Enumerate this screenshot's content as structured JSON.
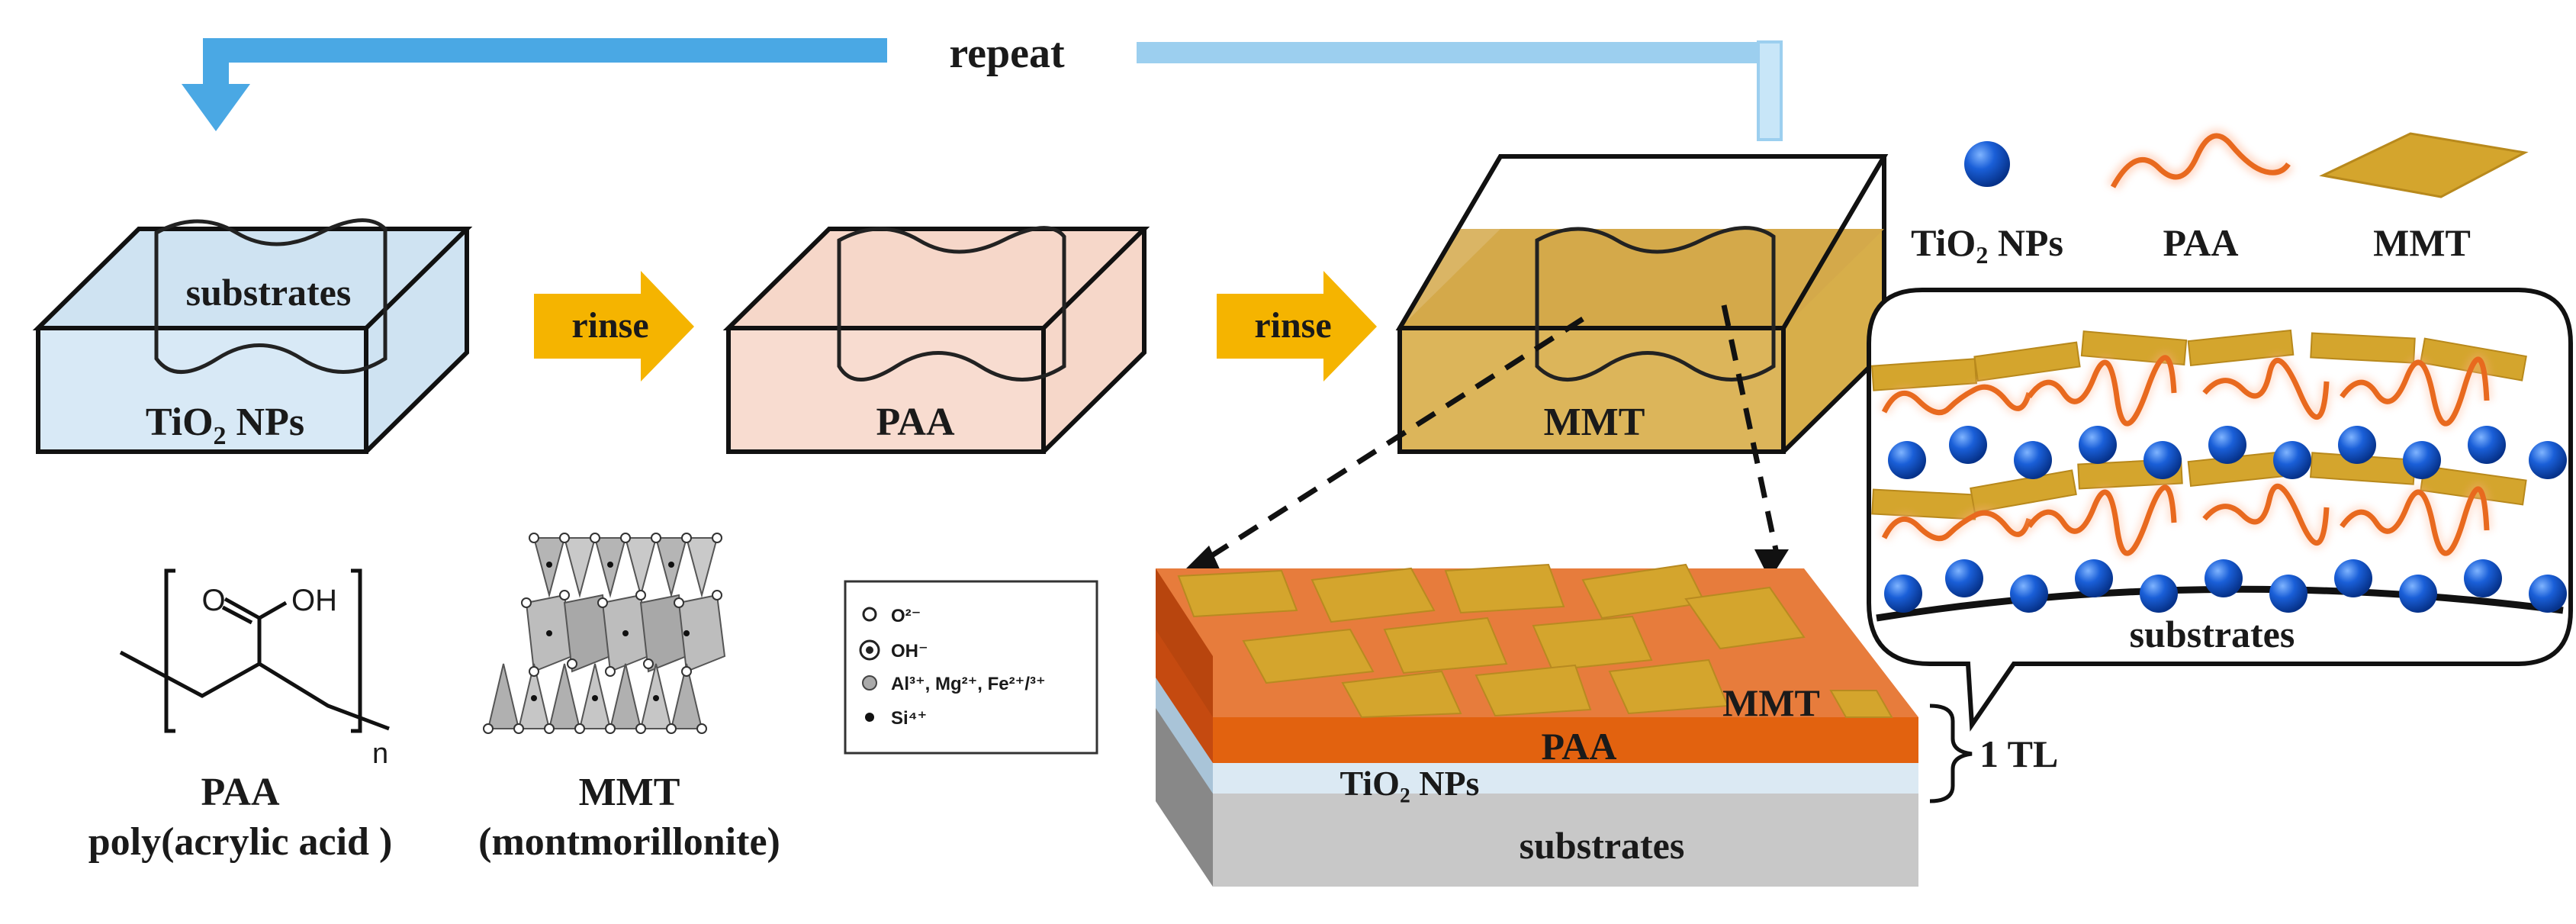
{
  "repeat_label": "repeat",
  "rinse_labels": [
    "rinse",
    "rinse"
  ],
  "baths": [
    {
      "liquid": "TiO",
      "liquid_sub": "2",
      "liquid_suffix": " NPs",
      "item_label": "substrates",
      "color": "#cfe3f2"
    },
    {
      "liquid": "PAA",
      "color": "#f7d6c8"
    },
    {
      "liquid": "MMT",
      "color": "#d7ae4a"
    }
  ],
  "legend": {
    "items": [
      {
        "label": "TiO",
        "sub": "2",
        "suffix": " NPs",
        "icon": "blue-sphere-icon"
      },
      {
        "label": "PAA",
        "icon": "orange-wave-icon"
      },
      {
        "label": "MMT",
        "icon": "gold-platelet-icon"
      }
    ],
    "callout_label": "substrates"
  },
  "paa_structure": {
    "formula_group": "OH",
    "formula_o": "O",
    "subscript": "n",
    "name": "PAA",
    "full_name": "poly(acrylic acid )"
  },
  "mmt_structure": {
    "name": "MMT",
    "full_name": "(montmorillonite)"
  },
  "atom_key": [
    {
      "symbol": "O²⁻",
      "marker": "open-circle"
    },
    {
      "symbol": "OH⁻",
      "marker": "dotted-circle"
    },
    {
      "symbol": "Al³⁺, Mg²⁺, Fe²⁺/³⁺",
      "marker": "gray-circle"
    },
    {
      "symbol": "Si⁴⁺",
      "marker": "black-dot"
    }
  ],
  "film_stack": {
    "mmt_label": "MMT",
    "paa_label": "PAA",
    "tio2_label": "TiO₂ NPs",
    "substrate_label": "substrates",
    "bracket_label": "1 TL"
  },
  "colors": {
    "tio2": "#1a5fd8",
    "paa": "#e8691e",
    "mmt": "#d4a52d",
    "arrow": "#f5b400",
    "repeat_line": "#5ab2e6"
  }
}
